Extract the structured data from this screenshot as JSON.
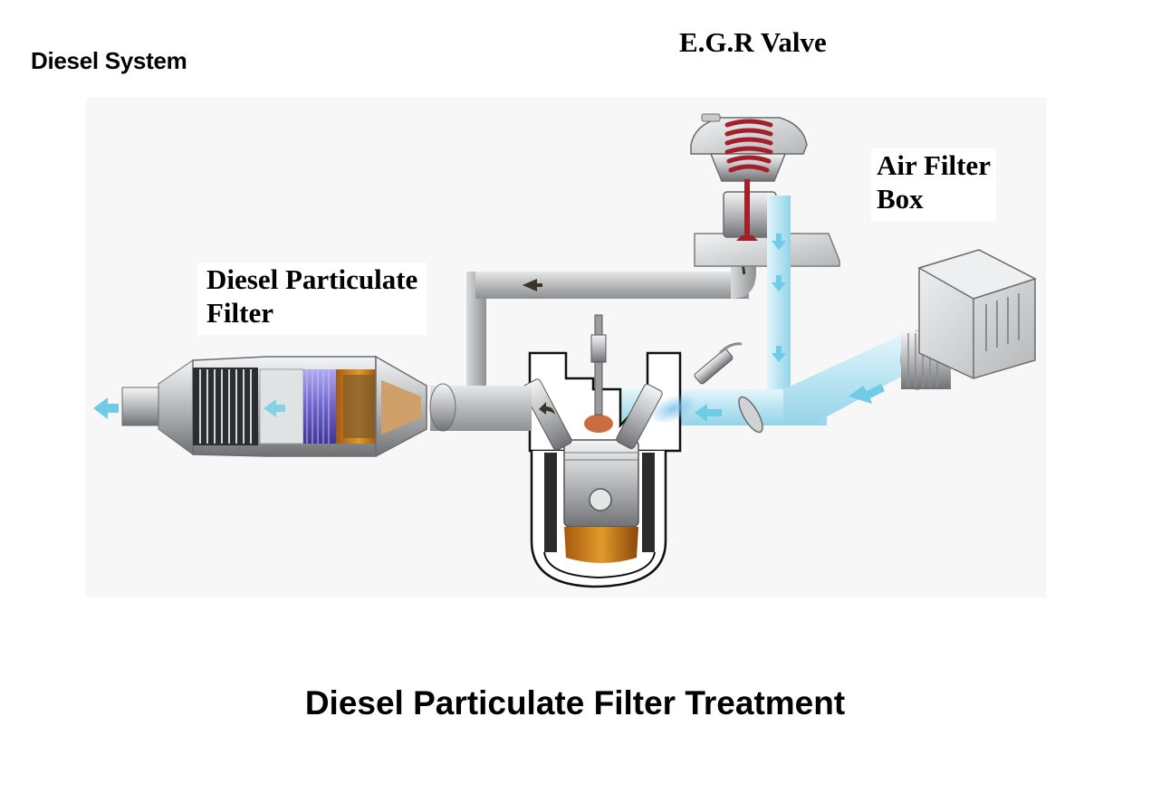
{
  "header": {
    "title": "Diesel System"
  },
  "labels": {
    "egr_valve": "E.G.R Valve",
    "air_filter_box": [
      "Air Filter",
      "Box"
    ],
    "dpf": [
      "Diesel Particulate",
      "Filter"
    ]
  },
  "caption": "Diesel Particulate Filter Treatment",
  "colors": {
    "exhaust_gray": "#b9bbbd",
    "intake_blue": "#bfe7f3",
    "flow_arrow_blue": "#6fcbe6",
    "spring_red": "#a3202a",
    "piston_amber": "#d98b1c",
    "filter_purple": "#6e63c9"
  }
}
